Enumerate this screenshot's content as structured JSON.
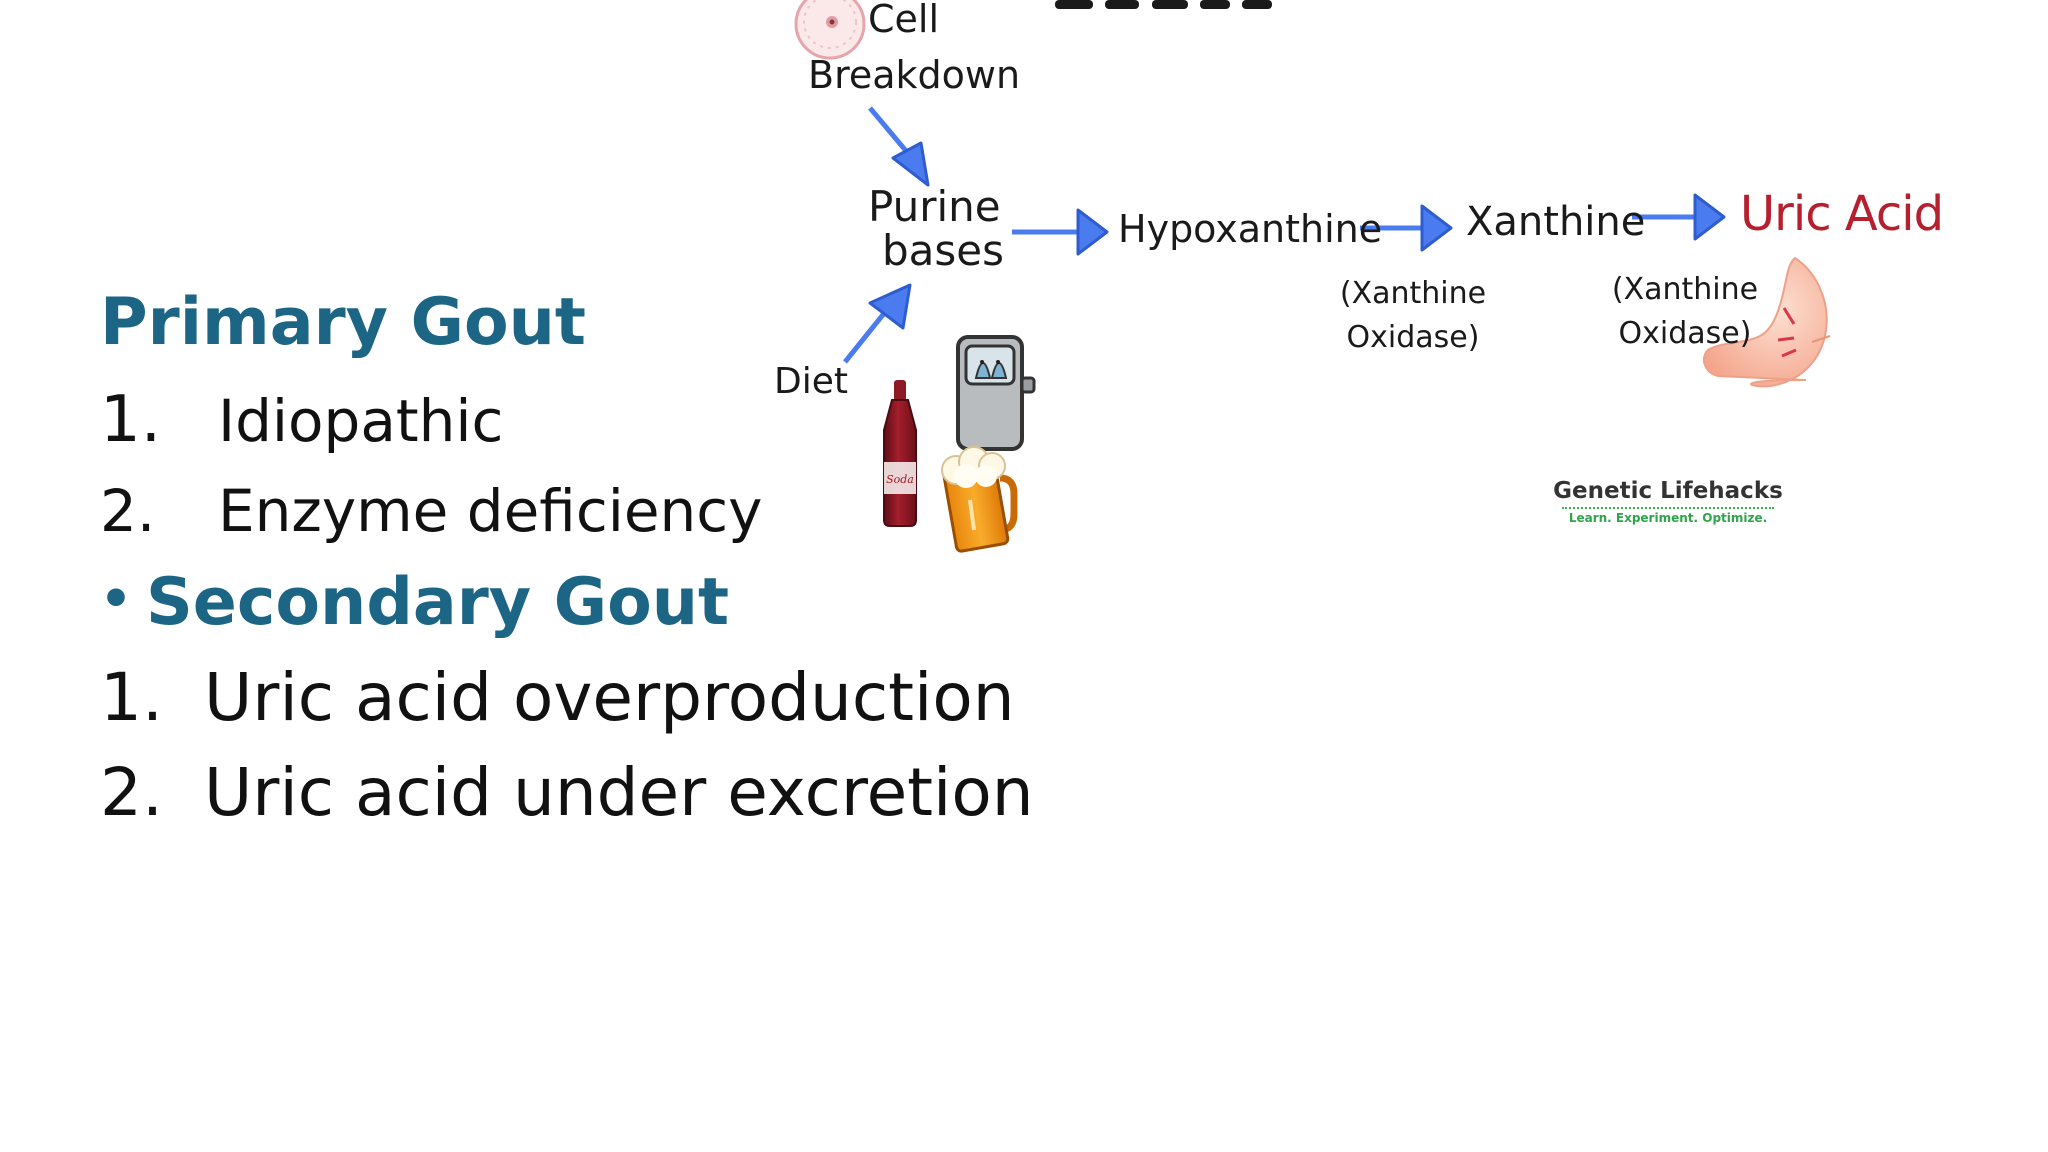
{
  "left_list": {
    "primary": {
      "title": "Primary Gout",
      "items": [
        {
          "num": "1.",
          "text": "Idiopathic"
        },
        {
          "num": "2.",
          "text": "Enzyme deficiency"
        }
      ]
    },
    "secondary": {
      "bullet": "•",
      "title": "Secondary Gout",
      "items": [
        {
          "num": "1.",
          "text": "Uric acid overproduction"
        },
        {
          "num": "2.",
          "text": "Uric acid under excretion"
        }
      ]
    }
  },
  "diagram": {
    "cell_label": "Cell",
    "breakdown_label": "Breakdown",
    "purine_label": "Purine",
    "bases_label": "bases",
    "diet_label": "Diet",
    "soda_label": "Soda",
    "hypoxanthine_label": "Hypoxanthine",
    "xanthine_label": "Xanthine",
    "uric_acid_label": "Uric Acid",
    "enzyme1_line1": "(Xanthine",
    "enzyme1_line2": "Oxidase)",
    "enzyme2_line1": "(Xanthine",
    "enzyme2_line2": "Oxidase)",
    "arrow_color": "#4a7cf0",
    "uric_color": "#b51f2e"
  },
  "logo": {
    "title": "Genetic Lifehacks",
    "tagline": "Learn. Experiment. Optimize."
  },
  "colors": {
    "heading": "#1d6585",
    "body_text": "#111111"
  }
}
